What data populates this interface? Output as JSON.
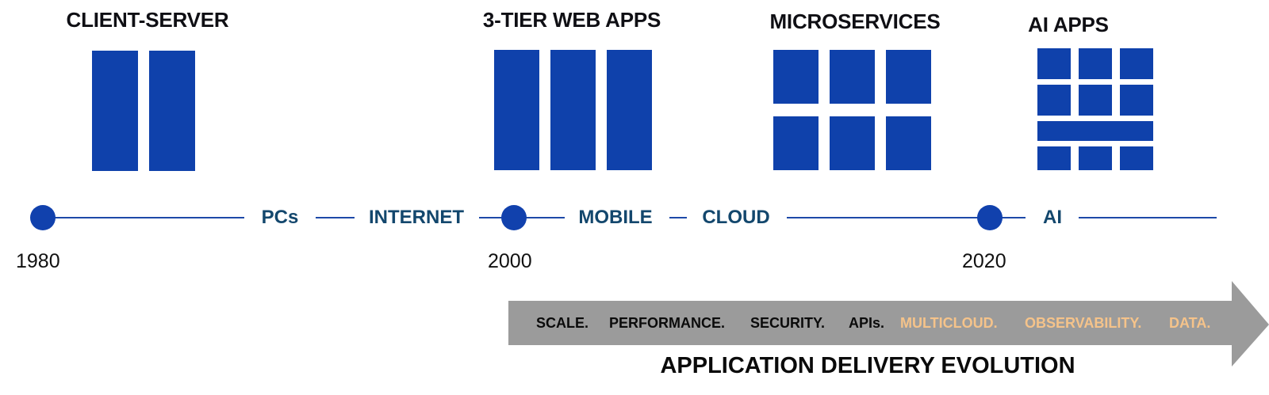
{
  "eras": [
    {
      "id": "client-server",
      "title": "CLIENT-SERVER"
    },
    {
      "id": "3-tier",
      "title": "3-TIER WEB APPS"
    },
    {
      "id": "microservices",
      "title": "MICROSERVICES"
    },
    {
      "id": "ai-apps",
      "title": "AI APPS"
    }
  ],
  "timeline": {
    "labels": [
      "PCs",
      "INTERNET",
      "MOBILE",
      "CLOUD",
      "AI"
    ],
    "years": [
      "1980",
      "2000",
      "2020"
    ]
  },
  "arrow": {
    "themes": [
      {
        "text": "SCALE.",
        "tone": "dark"
      },
      {
        "text": "PERFORMANCE.",
        "tone": "dark"
      },
      {
        "text": "SECURITY.",
        "tone": "dark"
      },
      {
        "text": "APIs.",
        "tone": "dark"
      },
      {
        "text": "MULTICLOUD.",
        "tone": "light"
      },
      {
        "text": "OBSERVABILITY.",
        "tone": "light"
      },
      {
        "text": "DATA.",
        "tone": "light"
      }
    ],
    "title": "APPLICATION DELIVERY EVOLUTION"
  },
  "colors": {
    "block_blue": "#0f41ab",
    "timeline_blue": "#1d49a8",
    "label_navy": "#13476d",
    "arrow_gray": "#9b9b9b",
    "theme_dark": "#0b0b0b",
    "theme_light": "#f5c38a"
  }
}
